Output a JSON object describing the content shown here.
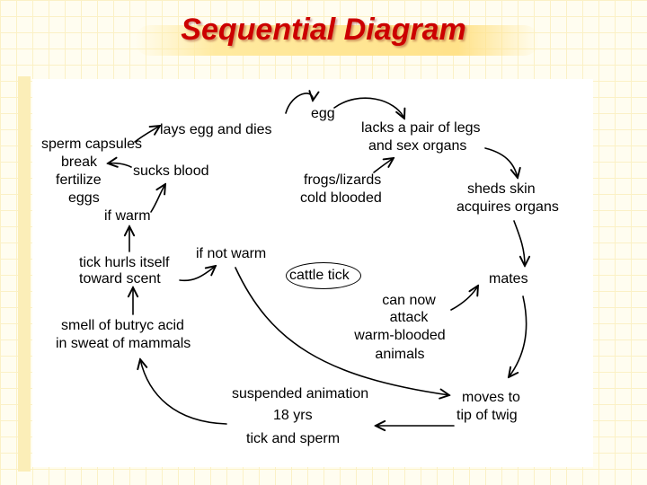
{
  "title": "Sequential Diagram",
  "labels": {
    "egg": "egg",
    "lays_egg": "lays egg and dies",
    "lacks_1": "lacks a pair of legs",
    "lacks_2": "and sex organs",
    "sperm_1": "sperm capsules",
    "sperm_2": "break",
    "sperm_3": "fertilize",
    "sperm_4": "eggs",
    "sucks_blood": "sucks blood",
    "if_warm": "if warm",
    "frogs_1": "frogs/lizards",
    "frogs_2": "cold blooded",
    "sheds_1": "sheds skin",
    "sheds_2": "acquires organs",
    "tick_hurls_1": "tick hurls itself",
    "tick_hurls_2": "toward scent",
    "if_not_warm": "if not warm",
    "cattle_tick": "cattle tick",
    "mates": "mates",
    "can_now_1": "can now",
    "can_now_2": "attack",
    "can_now_3": "warm-blooded",
    "can_now_4": "animals",
    "smell_1": "smell of butryc acid",
    "smell_2": "in sweat of mammals",
    "suspended": "suspended animation",
    "years": "18 yrs",
    "tick_sperm": "tick and sperm",
    "moves_1": "moves to",
    "moves_2": "tip of twig"
  }
}
